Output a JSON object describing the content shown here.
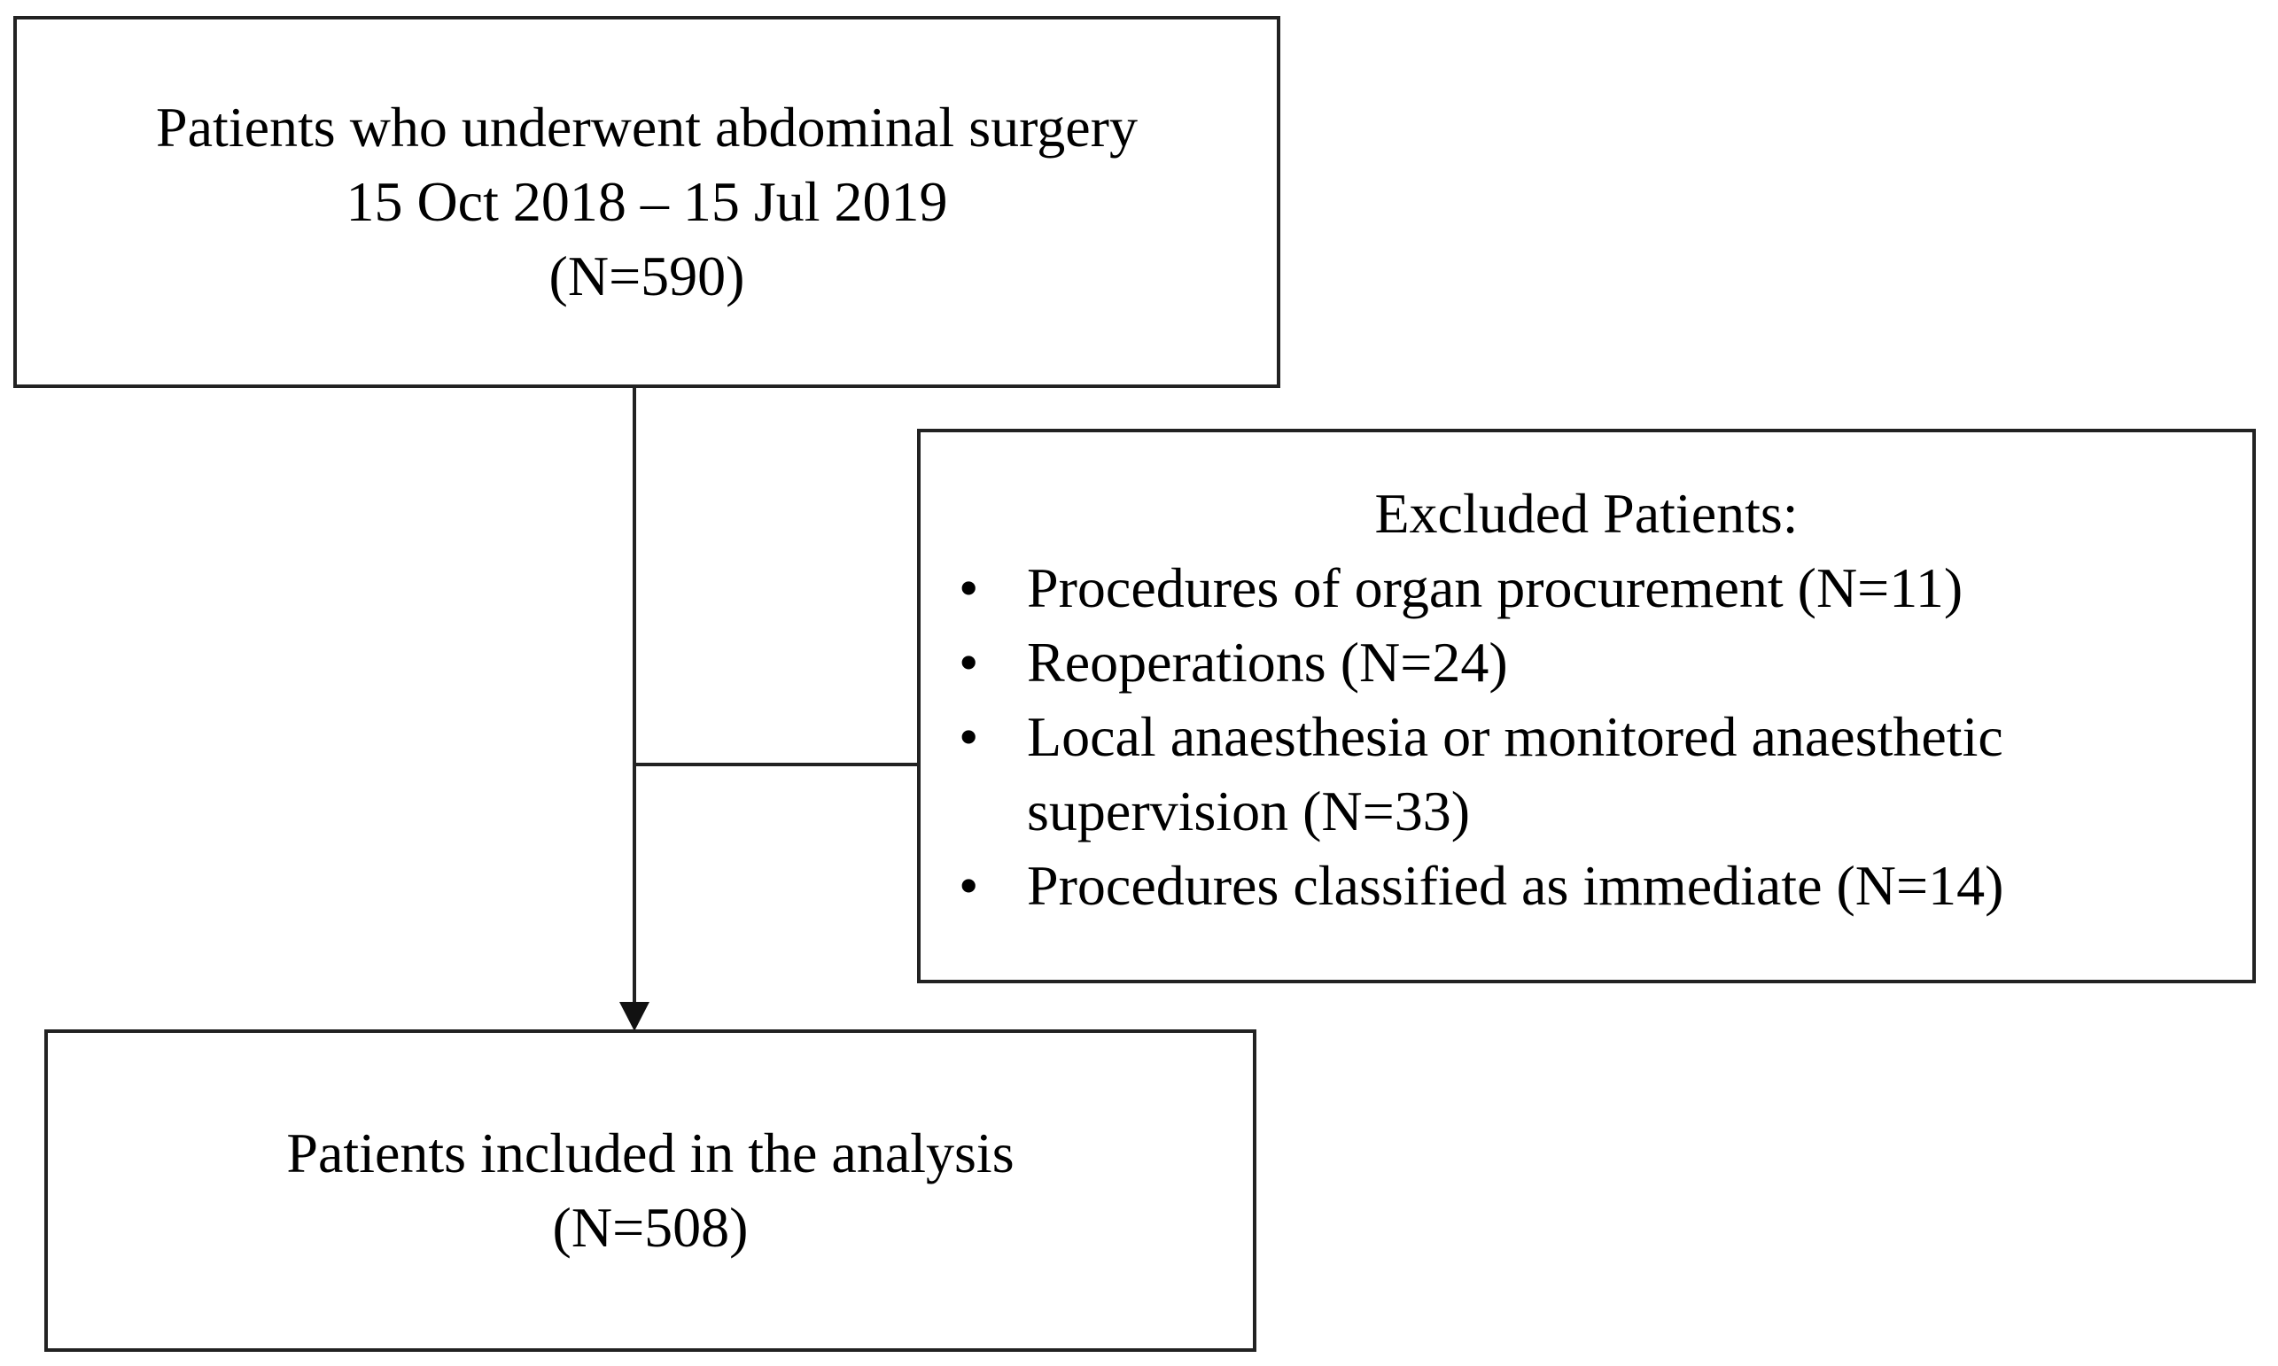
{
  "colors": {
    "background": "#ffffff",
    "box_border": "#222222",
    "connector_line": "#222222",
    "text": "#000000"
  },
  "diagram": {
    "top_box": {
      "line1": "Patients who underwent abdominal surgery",
      "line2": "15 Oct 2018 – 15 Jul 2019",
      "line3": "(N=590)"
    },
    "excluded_box": {
      "title": "Excluded Patients:",
      "bullet_char": "•",
      "items": [
        "Procedures of organ procurement (N=11)",
        "Reoperations (N=24)",
        "Local anaesthesia or monitored anaesthetic supervision (N=33)",
        "Procedures classified as immediate (N=14)"
      ]
    },
    "bottom_box": {
      "line1": "Patients included in the analysis",
      "line2": "(N=508)"
    }
  }
}
